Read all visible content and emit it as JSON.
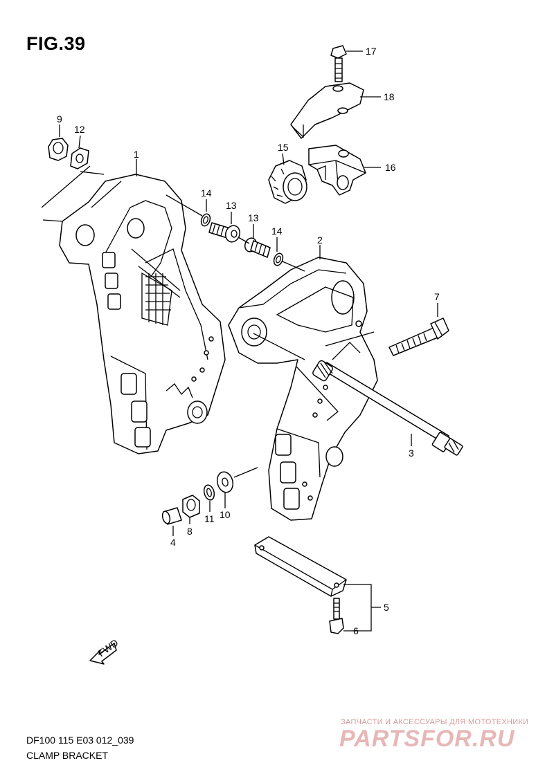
{
  "figure": {
    "title": "FIG.39",
    "code": "DF100 115 E03 012_039",
    "name": "CLAMP BRACKET"
  },
  "callouts": [
    "1",
    "2",
    "3",
    "4",
    "5",
    "6",
    "7",
    "8",
    "9",
    "10",
    "11",
    "12",
    "13",
    "13",
    "14",
    "14",
    "15",
    "16",
    "17",
    "18"
  ],
  "fwd_label": "FWD",
  "watermark": {
    "tagline": "ЗАПЧАСТИ И АКСЕССУАРЫ ДЛЯ МОТОТЕХНИКИ",
    "logo": "PARTSFOR.RU"
  }
}
